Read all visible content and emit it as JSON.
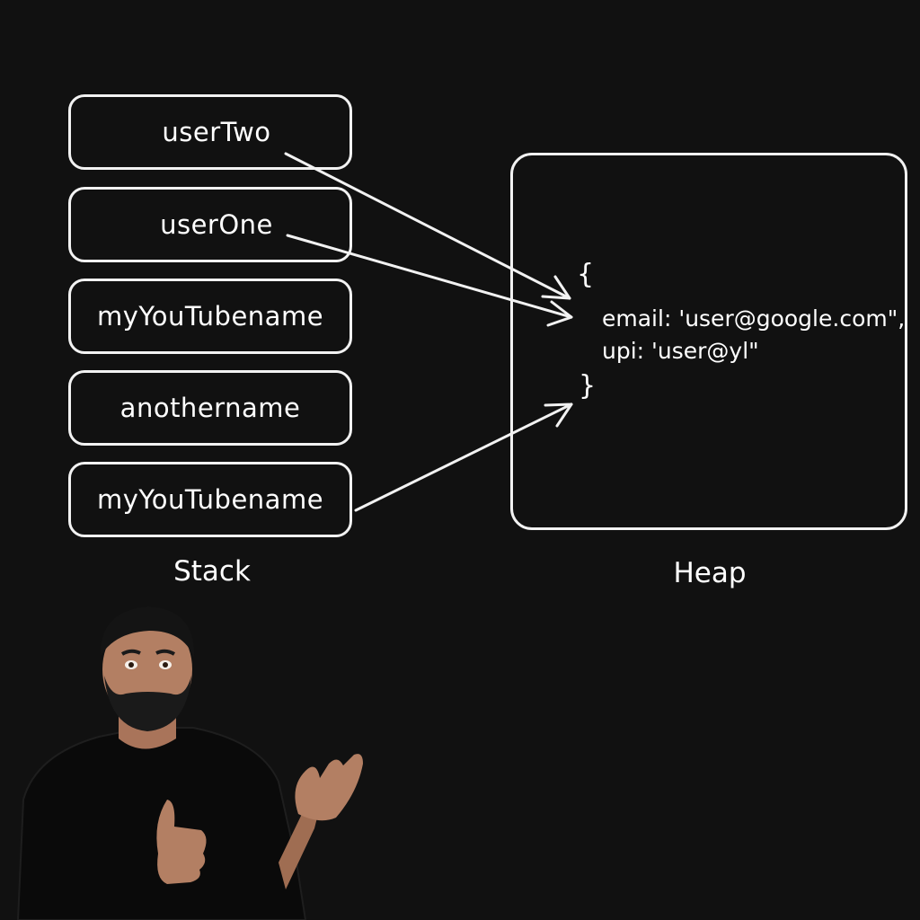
{
  "stack": {
    "label": "Stack",
    "items": [
      {
        "label": "userTwo"
      },
      {
        "label": "userOne"
      },
      {
        "label": "myYouTubename"
      },
      {
        "label": "anothername"
      },
      {
        "label": "myYouTubename"
      }
    ]
  },
  "heap": {
    "label": "Heap",
    "open_brace": "{",
    "close_brace": "}",
    "line1": "email: 'user@google.com\",",
    "line2": "upi: 'user@yl\""
  },
  "colors": {
    "background": "#111111",
    "stroke": "#f2f2f2"
  }
}
